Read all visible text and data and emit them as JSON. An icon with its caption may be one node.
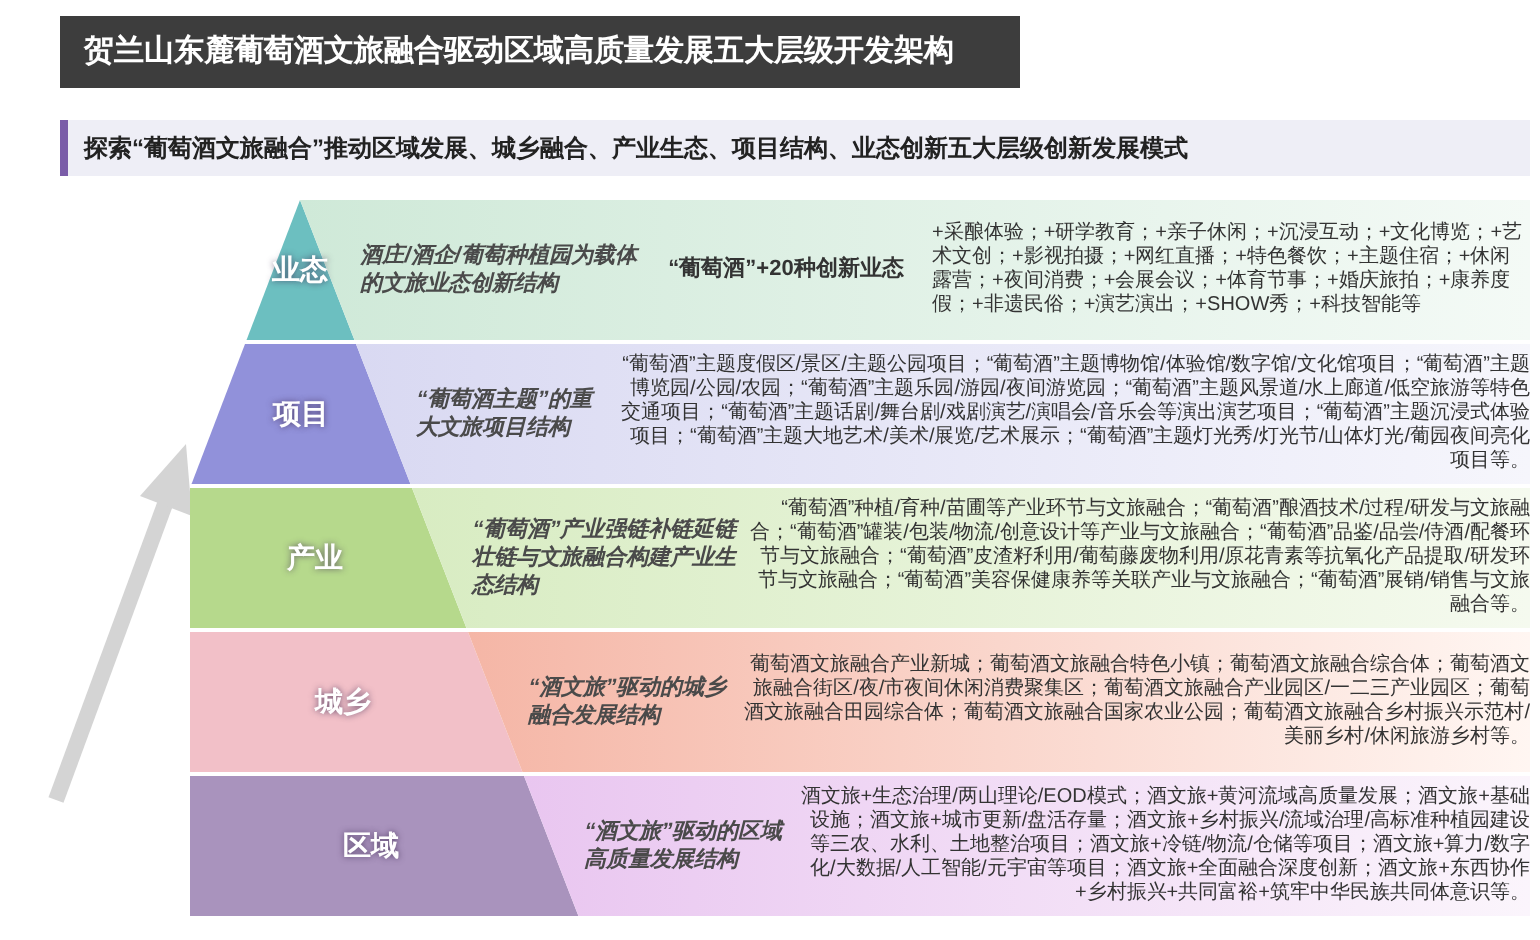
{
  "diagram": {
    "title": "贺兰山东麓葡萄酒文旅融合驱动区域高质量发展五大层级开发架构",
    "labels": [
      "探索“葡萄酒文旅融合”推动区域发展、城乡融合、产业生态、项目结构、业态创新五大层级创新发展模式"
    ],
    "nodes": [
      {
        "text": [
          "业态",
          "酒庄/酒企/葡萄种植园为载体的文旅业态创新结构",
          "“葡萄酒”+20种创新业态",
          "+采酿体验；+研学教育；+亲子休闲；+沉浸互动；+文化博览；+艺术文创；+影视拍摄；+网红直播；+特色餐饮；+主题住宿；+休闲露营；+夜间消费；+会展会议；+体育节事；+婚庆旅拍；+康养度假；+非遗民俗；+演艺演出；+SHOW秀；+科技智能等"
        ]
      },
      {
        "text": [
          "项目",
          "“葡萄酒主题”的重大文旅项目结构",
          "“葡萄酒”主题度假区/景区/主题公园项目；“葡萄酒”主题博物馆/体验馆/数字馆/文化馆项目；“葡萄酒”主题博览园/公园/农园；“葡萄酒”主题乐园/游园/夜间游览园；“葡萄酒”主题风景道/水上廊道/低空旅游等特色交通项目；“葡萄酒”主题话剧/舞台剧/戏剧演艺/演唱会/音乐会等演出演艺项目；“葡萄酒”主题沉浸式体验项目；“葡萄酒”主题大地艺术/美术/展览/艺术展示；“葡萄酒”主题灯光秀/灯光节/山体灯光/葡园夜间亮化项目等。"
        ]
      },
      {
        "text": [
          "产业",
          "“葡萄酒”产业强链补链延链壮链与文旅融合构建产业生态结构",
          "“葡萄酒”种植/育种/苗圃等产业环节与文旅融合；“葡萄酒”酿酒技术/过程/研发与文旅融合；“葡萄酒”罐装/包装/物流/创意设计等产业与文旅融合；“葡萄酒”品鉴/品尝/侍酒/配餐环节与文旅融合；“葡萄酒”皮渣籽利用/葡萄藤废物利用/原花青素等抗氧化产品提取/研发环节与文旅融合；“葡萄酒”美容保健康养等关联产业与文旅融合；“葡萄酒”展销/销售与文旅融合等。"
        ]
      },
      {
        "text": [
          "城乡",
          "“酒文旅”驱动的城乡融合发展结构",
          "葡萄酒文旅融合产业新城；葡萄酒文旅融合特色小镇；葡萄酒文旅融合综合体；葡萄酒文旅融合街区/夜/市夜间休闲消费聚集区；葡萄酒文旅融合产业园区/一二三产业园区；葡萄酒文旅融合田园综合体；葡萄酒文旅融合国家农业公园；葡萄酒文旅融合乡村振兴示范村/美丽乡村/休闲旅游乡村等。"
        ]
      },
      {
        "text": [
          "区域",
          "“酒文旅”驱动的区域高质量发展结构",
          "酒文旅+生态治理/两山理论/EOD模式；酒文旅+黄河流域高质量发展；酒文旅+基础设施；酒文旅+城市更新/盘活存量；酒文旅+乡村振兴/流域治理/高标准种植园建设等三农、水利、土地整治项目；酒文旅+冷链/物流/仓储等项目；酒文旅+算力/数字化/大数据/人工智能/元宇宙等项目；酒文旅+全面融合深度创新；酒文旅+东西协作+乡村振兴+共同富裕+筑牢中华民族共同体意识等。"
        ]
      }
    ]
  }
}
